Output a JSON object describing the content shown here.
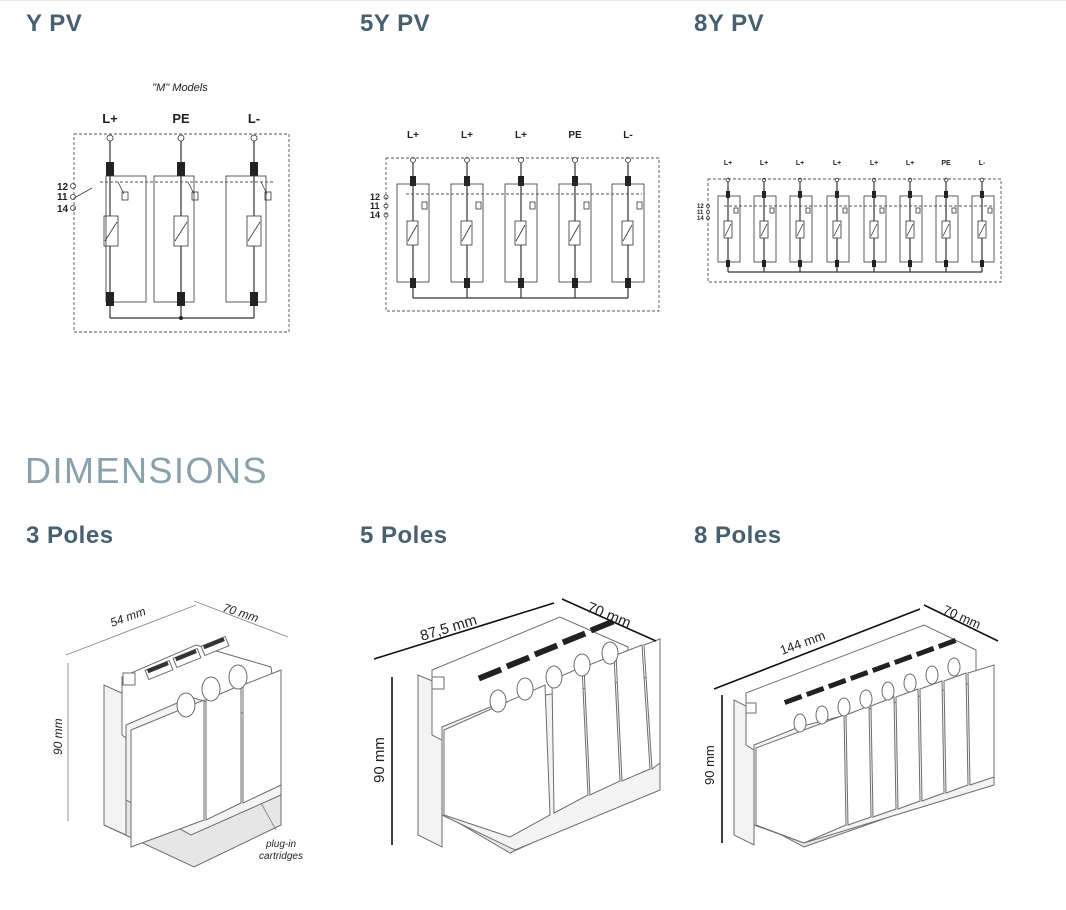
{
  "schematics": {
    "items": [
      {
        "title": "Y PV",
        "note": "\"M\" Models",
        "poles": [
          "L+",
          "PE",
          "L-"
        ],
        "contacts": [
          "12",
          "11",
          "14"
        ]
      },
      {
        "title": "5Y PV",
        "note": "",
        "poles": [
          "L+",
          "L+",
          "L+",
          "PE",
          "L-"
        ],
        "contacts": [
          "12",
          "11",
          "14"
        ]
      },
      {
        "title": "8Y PV",
        "note": "",
        "poles": [
          "L+",
          "L+",
          "L+",
          "L+",
          "L+",
          "L+",
          "PE",
          "L-"
        ],
        "contacts": [
          "12",
          "11",
          "14"
        ]
      }
    ]
  },
  "dimensions": {
    "heading": "DIMENSIONS",
    "items": [
      {
        "title": "3 Poles",
        "width": "54 mm",
        "depth": "70 mm",
        "height": "90 mm",
        "callout_line1": "plug-in",
        "callout_line2": "cartridges"
      },
      {
        "title": "5 Poles",
        "width": "87,5 mm",
        "depth": "70 mm",
        "height": "90 mm"
      },
      {
        "title": "8 Poles",
        "width": "144 mm",
        "depth": "70 mm",
        "height": "90 mm"
      }
    ]
  }
}
